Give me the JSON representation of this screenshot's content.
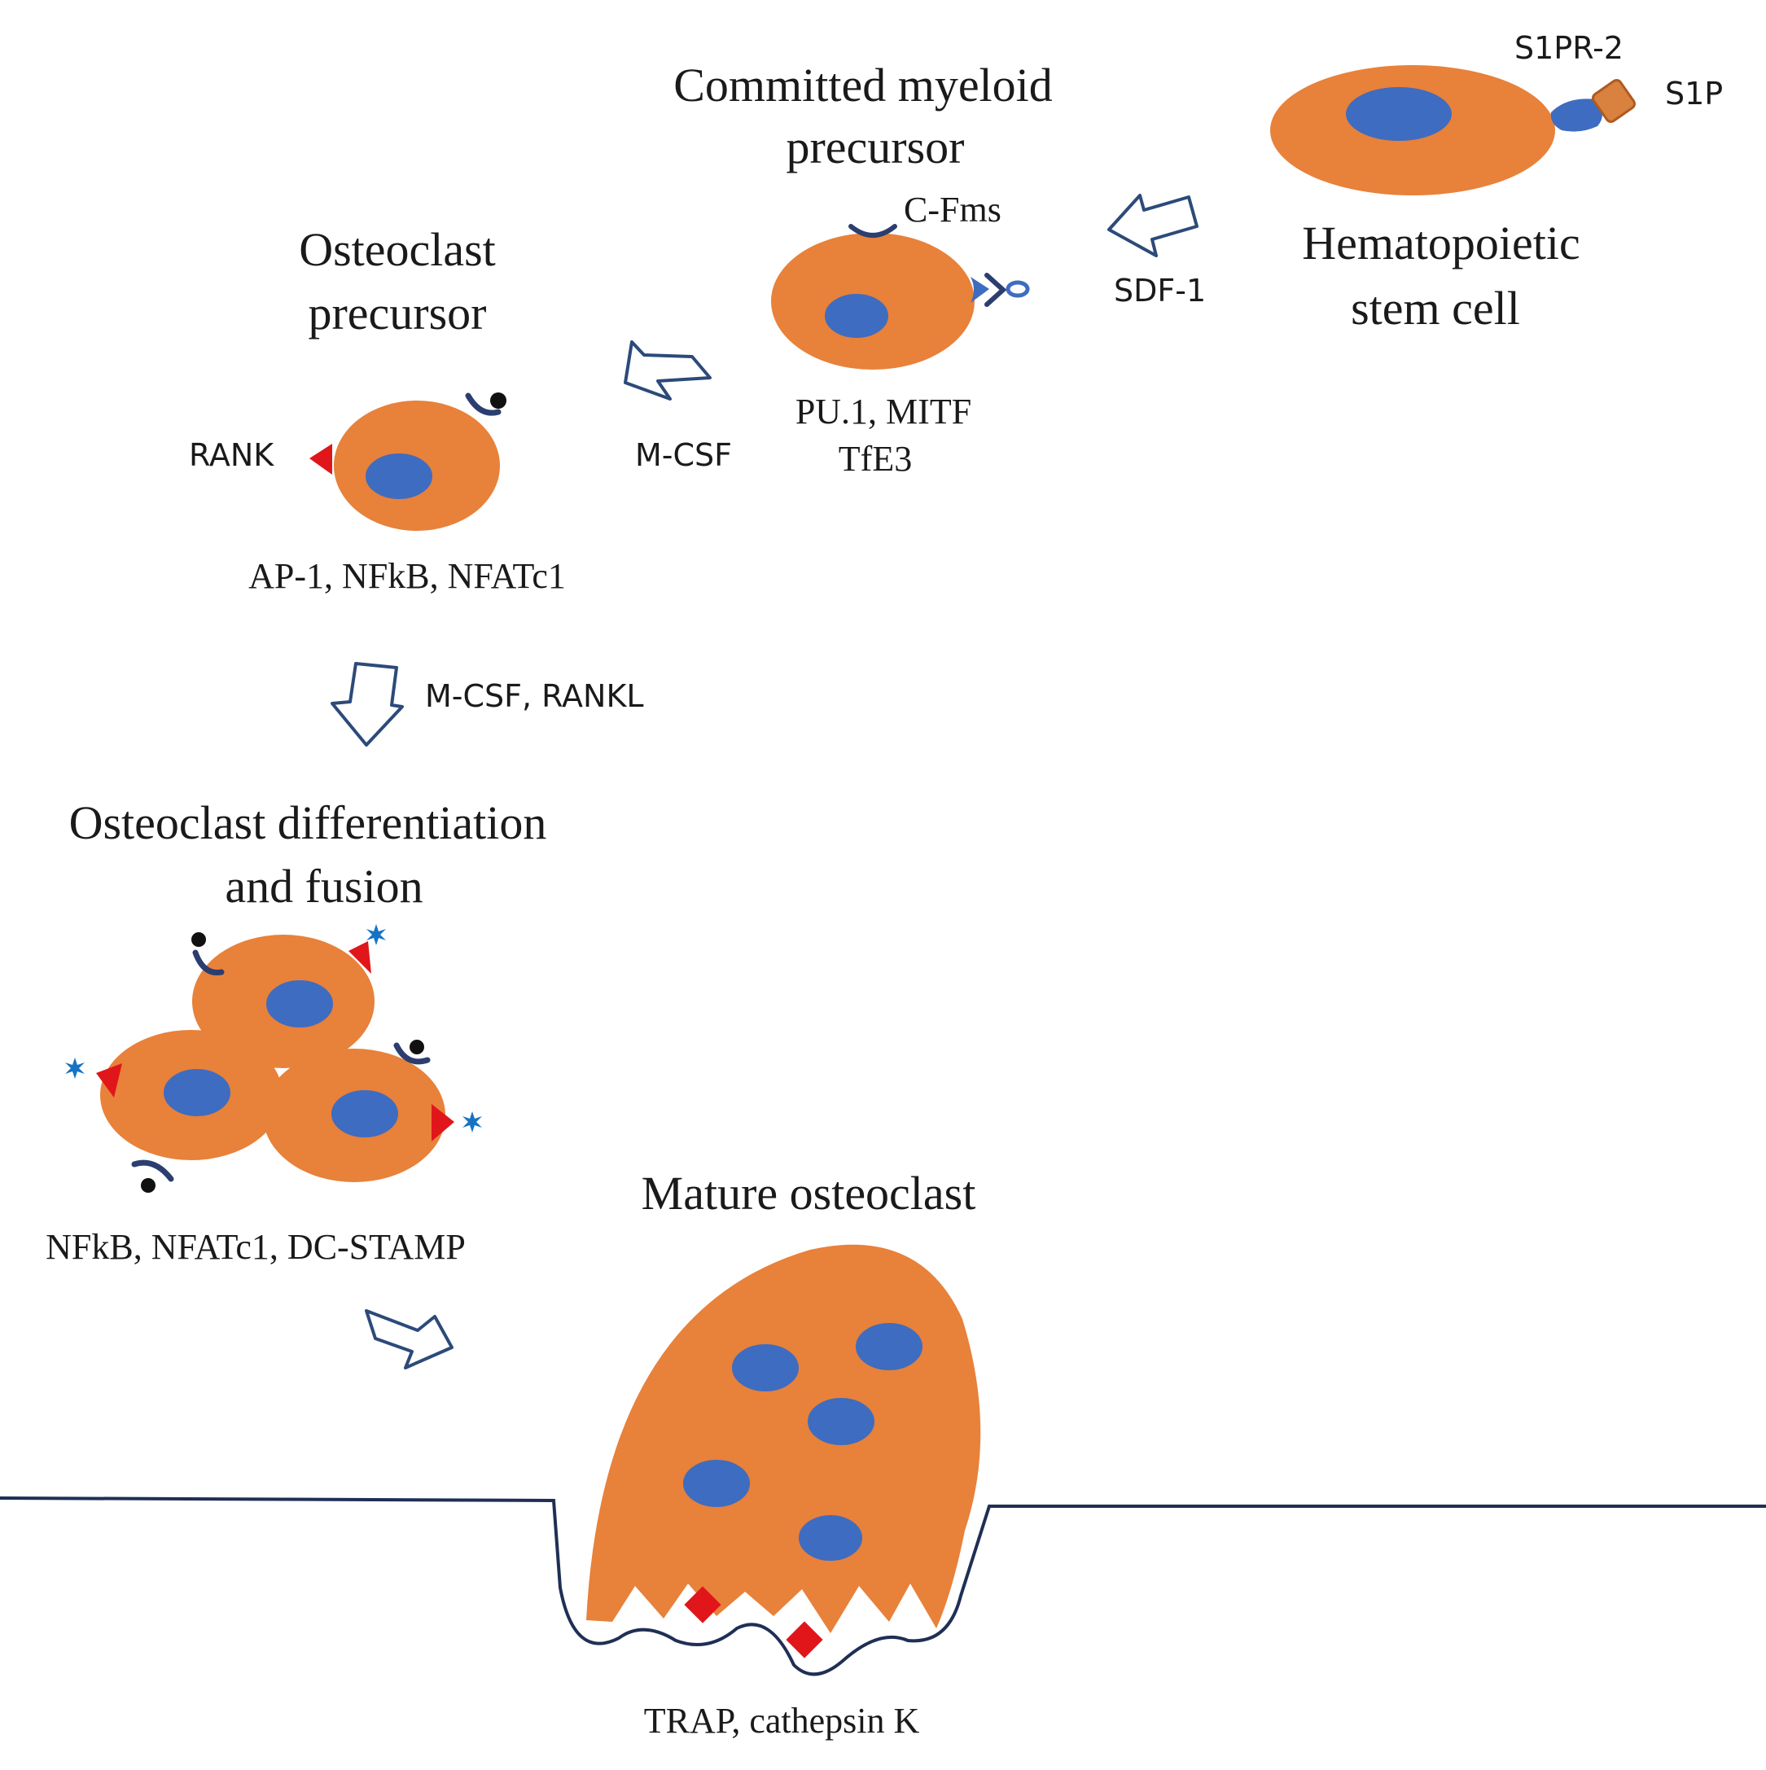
{
  "colors": {
    "cell": "#E8813A",
    "nucleus": "#3E6CC0",
    "rank": "#E0161B",
    "receptor": "#2C3E70",
    "arrow_stroke": "#2C4A7A",
    "bone_line": "#1f2f55",
    "s1p": "#D9813F",
    "cluster_star": "#1673C4"
  },
  "stages": {
    "hsc": {
      "title_line1": "Hematopoietic",
      "title_line2": "stem cell",
      "label_s1pr2": "S1PR-2",
      "label_s1p": "S1P"
    },
    "arrow_sdf": {
      "label": "SDF-1"
    },
    "cmp": {
      "title_line1": "Committed myeloid",
      "title_line2": "precursor",
      "label_cfms": "C-Fms",
      "tf_line1": "PU.1, MITF",
      "tf_line2": "TfE3"
    },
    "arrow_mcsf": {
      "label": "M-CSF"
    },
    "ocp": {
      "title_line1": "Osteoclast",
      "title_line2": "precursor",
      "label_rank": "RANK",
      "tf": "AP-1, NFkB, NFATc1"
    },
    "arrow_rankl": {
      "label": "M-CSF, RANKL"
    },
    "fusion": {
      "title_line1": "Osteoclast differentiation",
      "title_line2": "and fusion",
      "tf": "NFkB, NFATc1, DC-STAMP"
    },
    "mature": {
      "title": "Mature osteoclast",
      "enzymes": "TRAP, cathepsin K"
    }
  },
  "icons": [
    "hollow-arrow-icon",
    "nucleus-icon",
    "receptor-icon",
    "rank-triangle-icon",
    "ligand-dot-icon",
    "star-ligand-icon",
    "enzyme-diamond-icon"
  ]
}
